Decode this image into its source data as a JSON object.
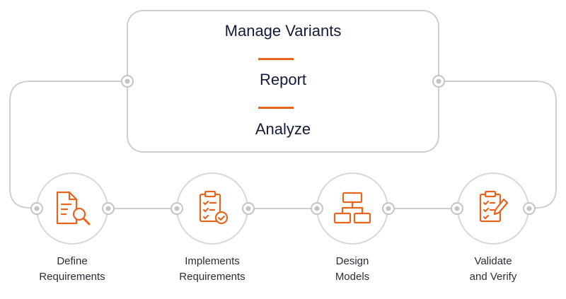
{
  "box": {
    "lines": [
      "Manage Variants",
      "Report",
      "Analyze"
    ]
  },
  "steps": [
    {
      "line1": "Define",
      "line2": "Requirements",
      "icon": "document-search-icon"
    },
    {
      "line1": "Implements",
      "line2": "Requirements",
      "icon": "clipboard-check-icon"
    },
    {
      "line1": "Design",
      "line2": "Models",
      "icon": "hierarchy-diagram-icon"
    },
    {
      "line1": "Validate",
      "line2": "and Verify",
      "icon": "clipboard-pen-icon"
    }
  ],
  "colors": {
    "accent": "#e8631c",
    "connector": "#cfcfcf",
    "text_dark": "#161a3b",
    "text": "#2b2d3a"
  }
}
